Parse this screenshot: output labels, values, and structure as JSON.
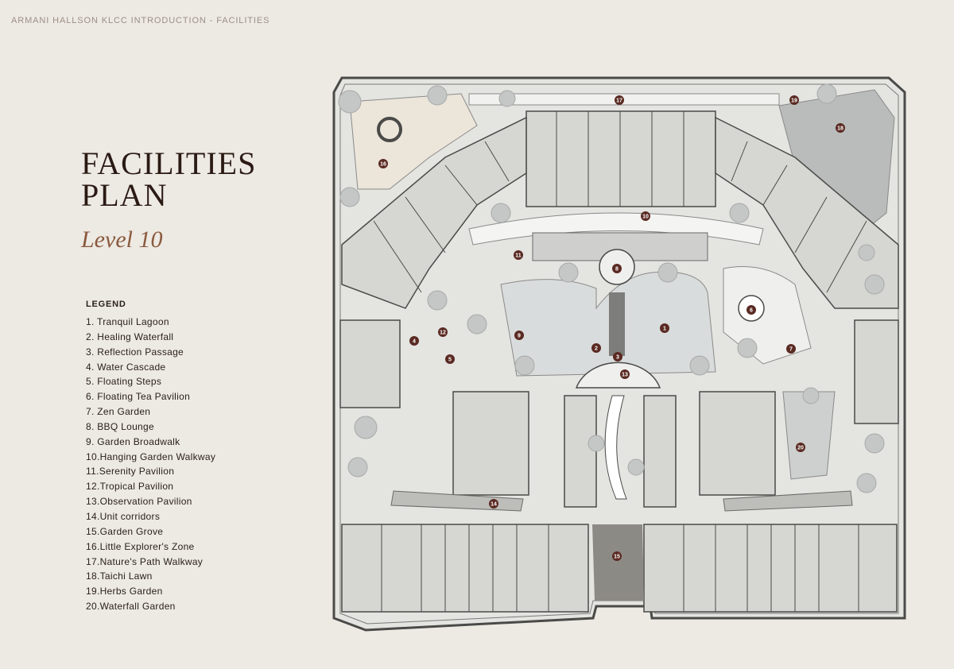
{
  "header": {
    "text": "ARMANI HALLSON KLCC INTRODUCTION - FACILITIES"
  },
  "title": {
    "line1": "FACILITIES",
    "line2": "PLAN"
  },
  "subtitle": "Level 10",
  "legend": {
    "title": "LEGEND",
    "items": [
      "1.  Tranquil Lagoon",
      "2.  Healing Waterfall",
      "3.  Reflection Passage",
      "4.  Water Cascade",
      "5.  Floating Steps",
      "6.  Floating Tea Pavilion",
      "7.  Zen Garden",
      "8.  BBQ Lounge",
      "9.  Garden Broadwalk",
      "10.Hanging Garden Walkway",
      "11.Serenity Pavilion",
      "12.Tropical Pavilion",
      "13.Observation Pavilion",
      "14.Unit corridors",
      "15.Garden Grove",
      "16.Little Explorer's Zone",
      "17.Nature's Path Walkway",
      "18.Taichi Lawn",
      "19.Herbs Garden",
      "20.Waterfall Garden"
    ]
  },
  "markers": [
    "1",
    "2",
    "3",
    "4",
    "5",
    "6",
    "7",
    "8",
    "9",
    "10",
    "11",
    "12",
    "13",
    "14",
    "15",
    "16",
    "17",
    "18",
    "19",
    "20"
  ],
  "colors": {
    "background": "#ede9e3",
    "marker": "#5a2a22",
    "plan_fill": "#e4e4e1",
    "plan_stroke": "#4a4a48",
    "unit_fill": "#d6d6d2",
    "water": "#d9dcdc",
    "tree": "#c4c7c6"
  }
}
